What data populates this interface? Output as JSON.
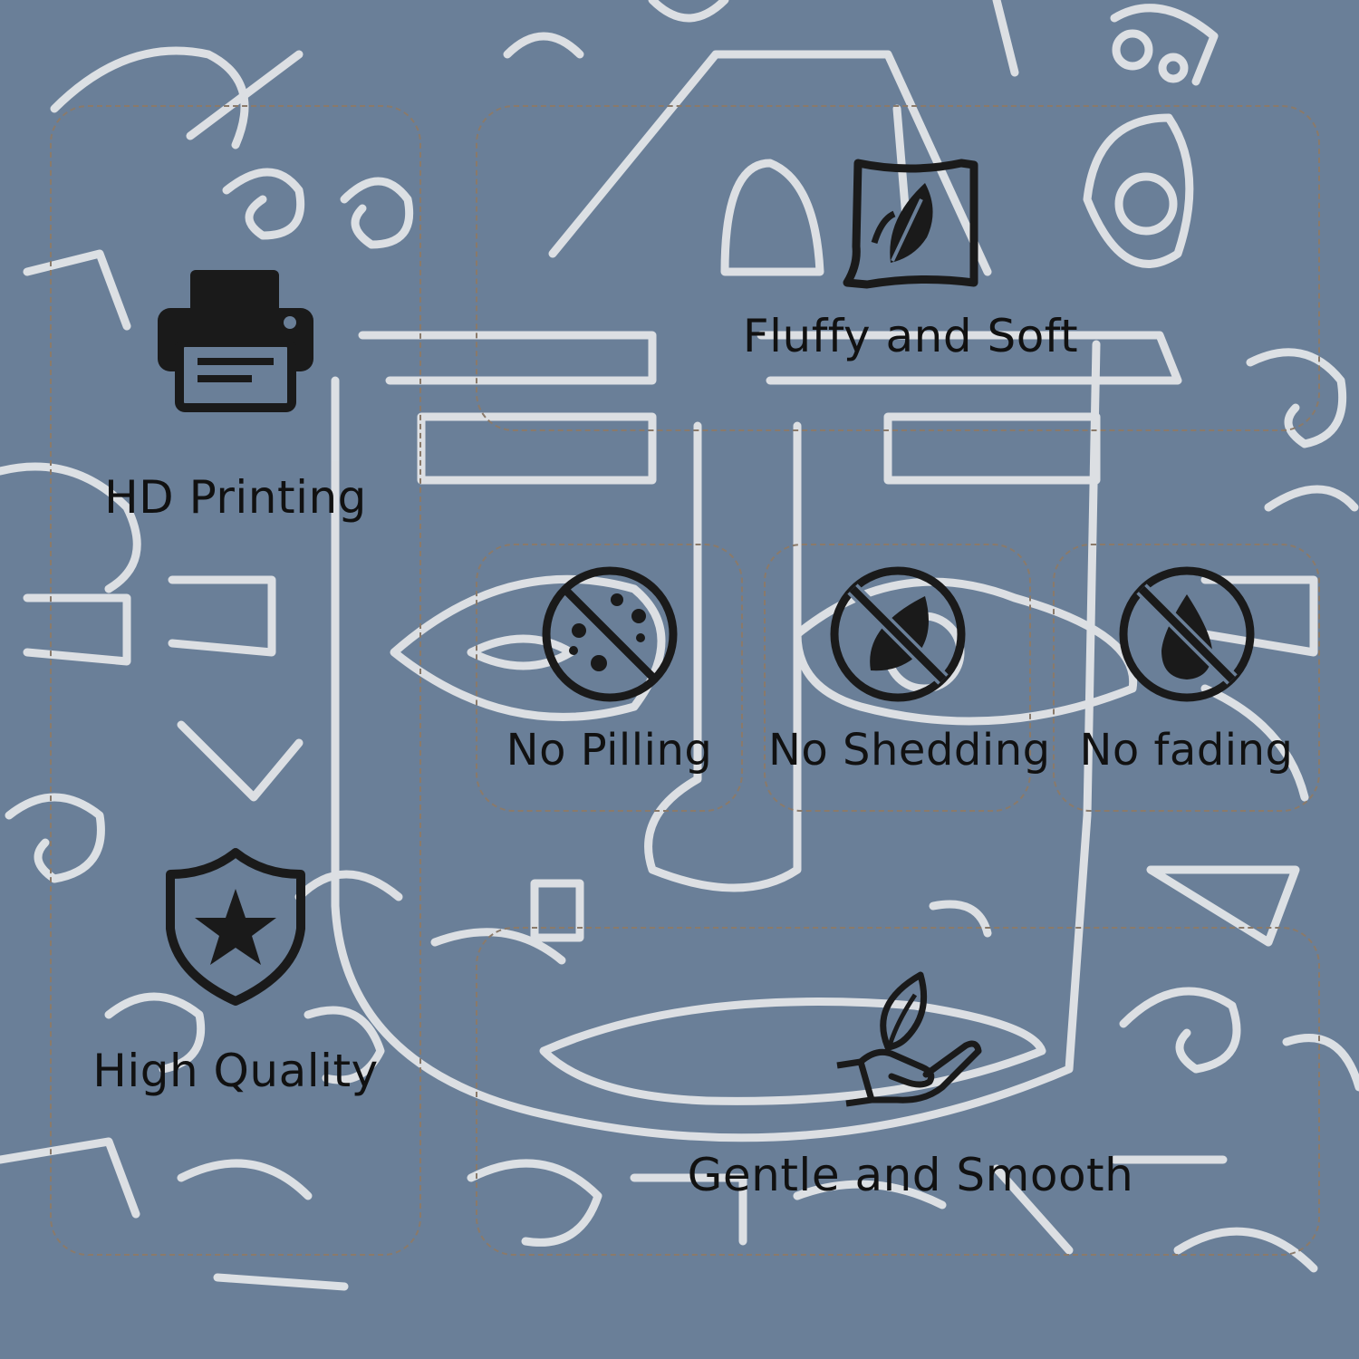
{
  "background": {
    "color": "#6a7f98",
    "line_color": "#e6e8ea",
    "pattern": "abstract-face-line-art"
  },
  "features": [
    {
      "label": "HD Printing",
      "icon": "printer-icon"
    },
    {
      "label": "Fluffy and Soft",
      "icon": "leaf-fabric-icon"
    },
    {
      "label": "No Pilling",
      "icon": "no-pilling-icon"
    },
    {
      "label": "No Shedding",
      "icon": "no-shedding-icon"
    },
    {
      "label": "No fading",
      "icon": "no-fading-icon"
    },
    {
      "label": "High Quality",
      "icon": "shield-star-icon"
    },
    {
      "label": "Gentle and Smooth",
      "icon": "hand-leaf-icon"
    }
  ],
  "colors": {
    "panel_border": "#8a7a6a",
    "icon": "#1a1a1a",
    "text": "#111111"
  }
}
